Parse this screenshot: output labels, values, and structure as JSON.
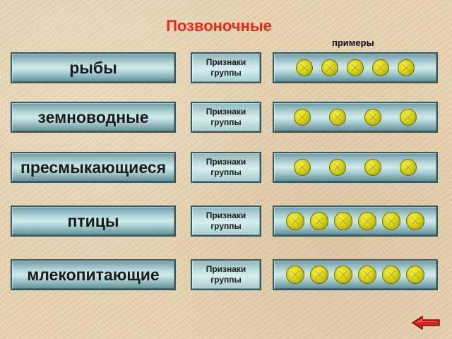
{
  "title": "Позвоночные",
  "examples_label": "примеры",
  "feature_label_line1": "Признаки",
  "feature_label_line2": "группы",
  "groups": [
    {
      "name": "рыбы",
      "examples": 5
    },
    {
      "name": "земноводные",
      "examples": 4
    },
    {
      "name": "пресмыкающиеся",
      "examples": 4
    },
    {
      "name": "птицы",
      "examples": 6
    },
    {
      "name": "млекопитающие",
      "examples": 6
    }
  ],
  "colors": {
    "title": "#e8281a",
    "button": "#b7d9dc",
    "example_dot": "#d9d21a",
    "back_arrow": "#d8221b"
  },
  "icons": {
    "example": "yellow-circle-icon",
    "back": "back-arrow-icon"
  }
}
